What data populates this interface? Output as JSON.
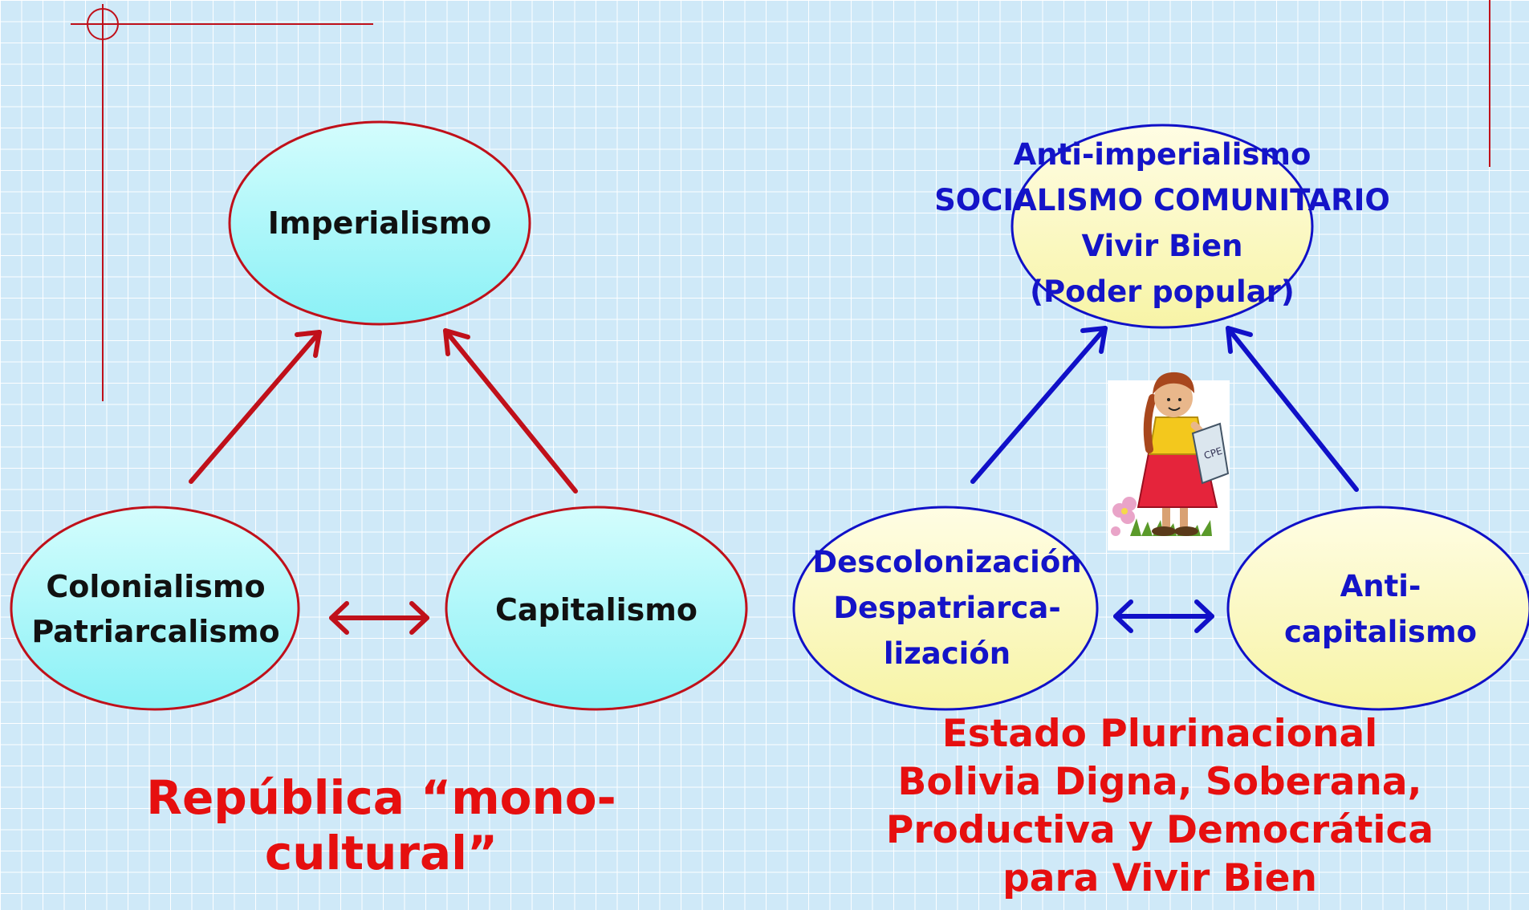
{
  "left": {
    "top": "Imperialismo",
    "left": [
      "Colonialismo",
      "Patriarcalismo"
    ],
    "right": "Capitalismo",
    "caption": [
      "República “mono-",
      "cultural”"
    ]
  },
  "right": {
    "top": [
      "Anti-imperialismo",
      "SOCIALISMO COMUNITARIO",
      "Vivir Bien",
      "(Poder popular)"
    ],
    "left": [
      "Descolonización",
      "Despatriarca-",
      "lización"
    ],
    "right": [
      "Anti-",
      "capitalismo"
    ],
    "caption": [
      "Estado Plurinacional",
      "Bolivia Digna, Soberana,",
      "Productiva y Democrática",
      "para Vivir Bien"
    ],
    "illustration_text": "CPE"
  },
  "colors": {
    "left_stroke": "#c0101a",
    "right_stroke": "#1010c8",
    "left_fill": "#a8f6f8",
    "right_fill": "#fbfac8",
    "caption": "#e60f0f"
  }
}
